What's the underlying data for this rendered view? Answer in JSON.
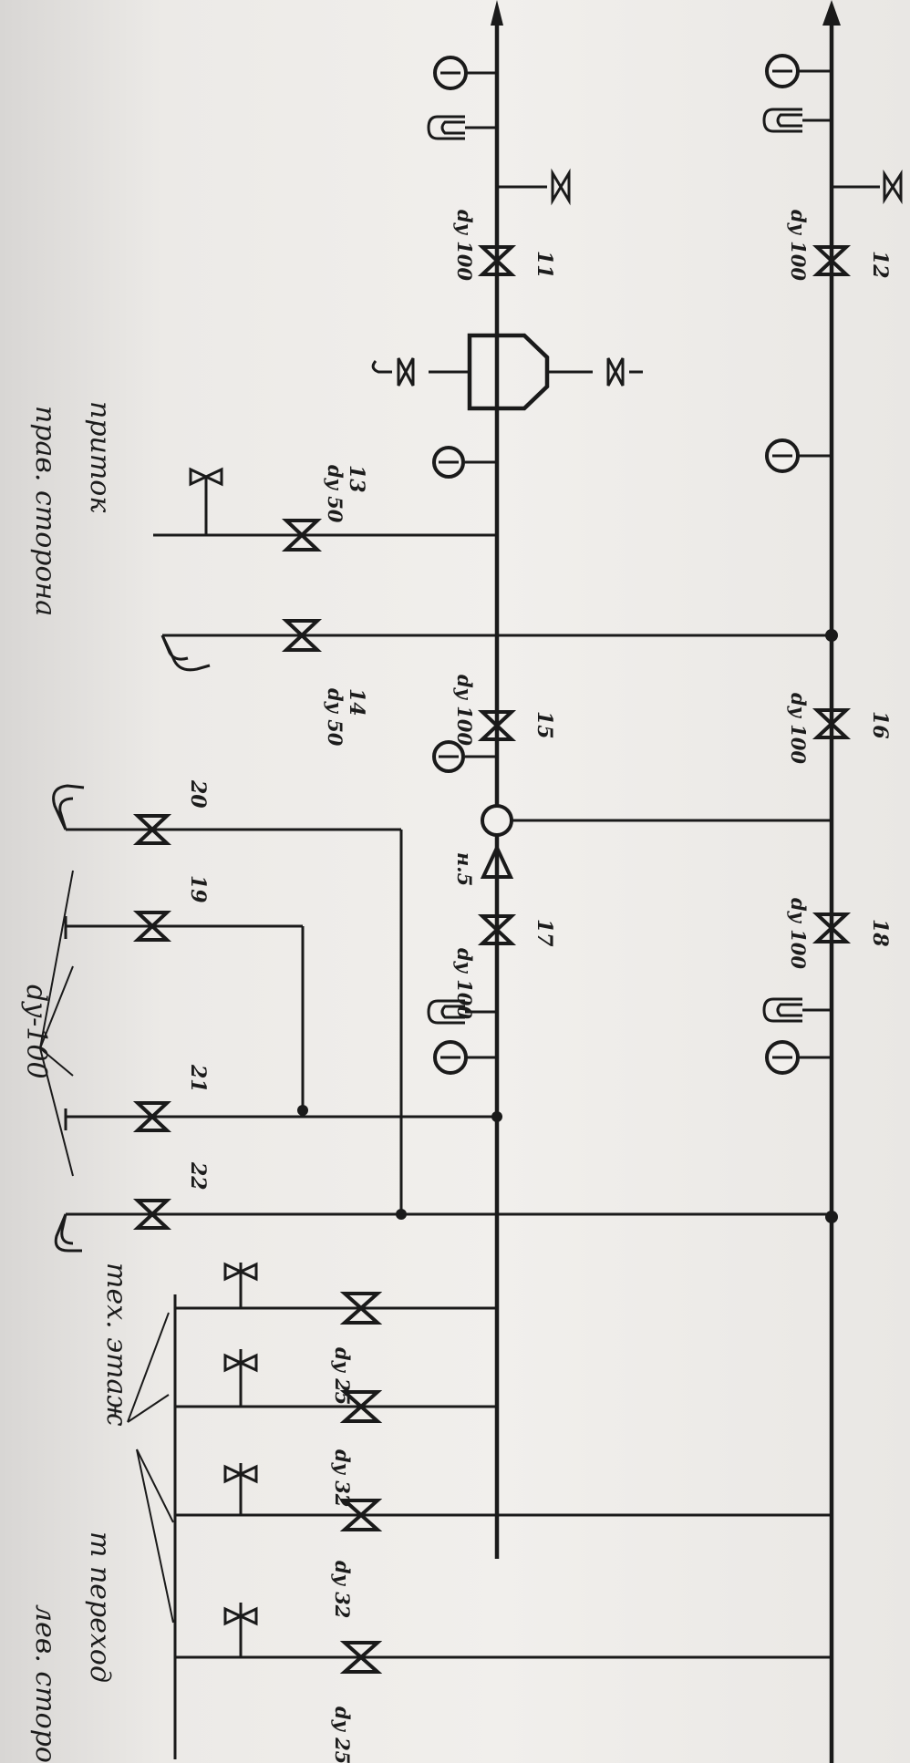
{
  "labels": {
    "left_side": "лев. сторона",
    "right_side": "прав. сторона",
    "inflow": "приток",
    "tech_floor": "тех. этаж",
    "transition": "т переход",
    "dn100_group": "dy-100",
    "dn25": "dy 25",
    "dn32": "dy 32",
    "dn50": "dy 50",
    "dn100": "dy 100",
    "pump": "н.5"
  },
  "valves": [
    "11",
    "12",
    "13",
    "14",
    "15",
    "16",
    "17",
    "18",
    "19",
    "20",
    "21",
    "22"
  ],
  "colors": {
    "ink": "#1a1a1a",
    "paper": "#f1efec"
  }
}
